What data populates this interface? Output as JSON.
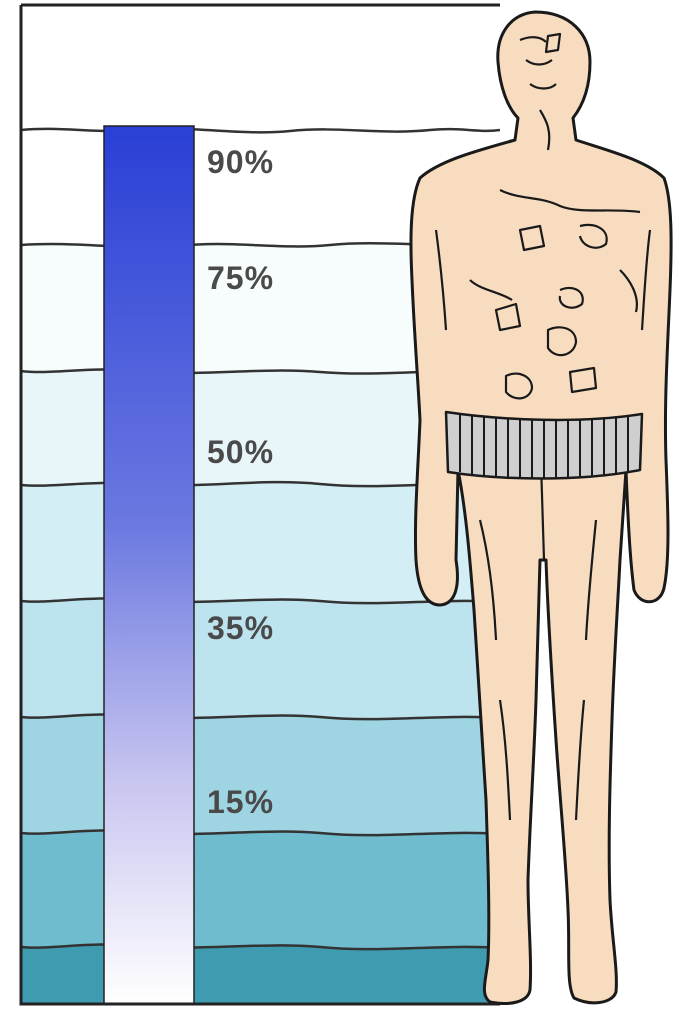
{
  "levels": [
    {
      "label": "90%",
      "value": 90
    },
    {
      "label": "75%",
      "value": 75
    },
    {
      "label": "50%",
      "value": 50
    },
    {
      "label": "35%",
      "value": 35
    },
    {
      "label": "15%",
      "value": 15
    }
  ],
  "colors": {
    "bar_top": "#2a3fd6",
    "bar_mid": "#8f8ee0",
    "bar_bottom": "#ffffff",
    "band_light": "#ffffff",
    "band_mid": "#bde3ee",
    "band_deep": "#3e9bb0",
    "wave_line": "#333333",
    "figure_skin": "#f7dcc0",
    "figure_outline": "#1a1a1a",
    "label_text": "#4a4a4a"
  },
  "figure": {
    "icon": "human-figure-icon"
  }
}
